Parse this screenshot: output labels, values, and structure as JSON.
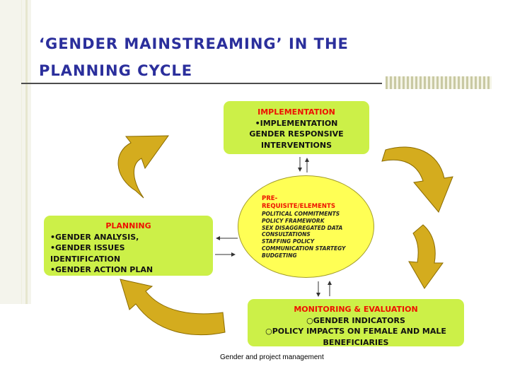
{
  "slide": {
    "title": "‘GENDER MAINSTREAMING’ IN THE PLANNING CYCLE",
    "footer": "Gender and project management"
  },
  "implementation": {
    "heading": "IMPLEMENTATION",
    "bullets": [
      "•IMPLEMENTATION",
      "GENDER RESPONSIVE",
      "INTERVENTIONS"
    ]
  },
  "planning": {
    "heading": "PLANNING",
    "bullets": [
      "•GENDER ANALYSIS,",
      "•GENDER ISSUES",
      "IDENTIFICATION",
      "•GENDER ACTION PLAN"
    ]
  },
  "monitoring": {
    "heading": "MONITORING & EVALUATION",
    "bullets": [
      "○GENDER INDICATORS",
      "○POLICY IMPACTS ON FEMALE AND MALE",
      "BENEFICIARIES"
    ]
  },
  "prerequisites": {
    "heading_line1": "PRE-",
    "heading_line2": "REQUISITE/ELEMENTS",
    "items": [
      "POLITICAL COMMITMENTS",
      "POLICY FRAMEWORK",
      "SEX DISAGGREGATED DATA",
      "CONSULTATIONS",
      "STAFFING POLICY",
      "COMMUNICATION STARTEGY",
      "BUDGETING"
    ]
  },
  "colors": {
    "title": "#2b2f9c",
    "box_fill": "#ccf048",
    "circle_fill": "#ffff55",
    "arrow_fill": "#d4ac1e",
    "heading_red": "#ee1100"
  }
}
